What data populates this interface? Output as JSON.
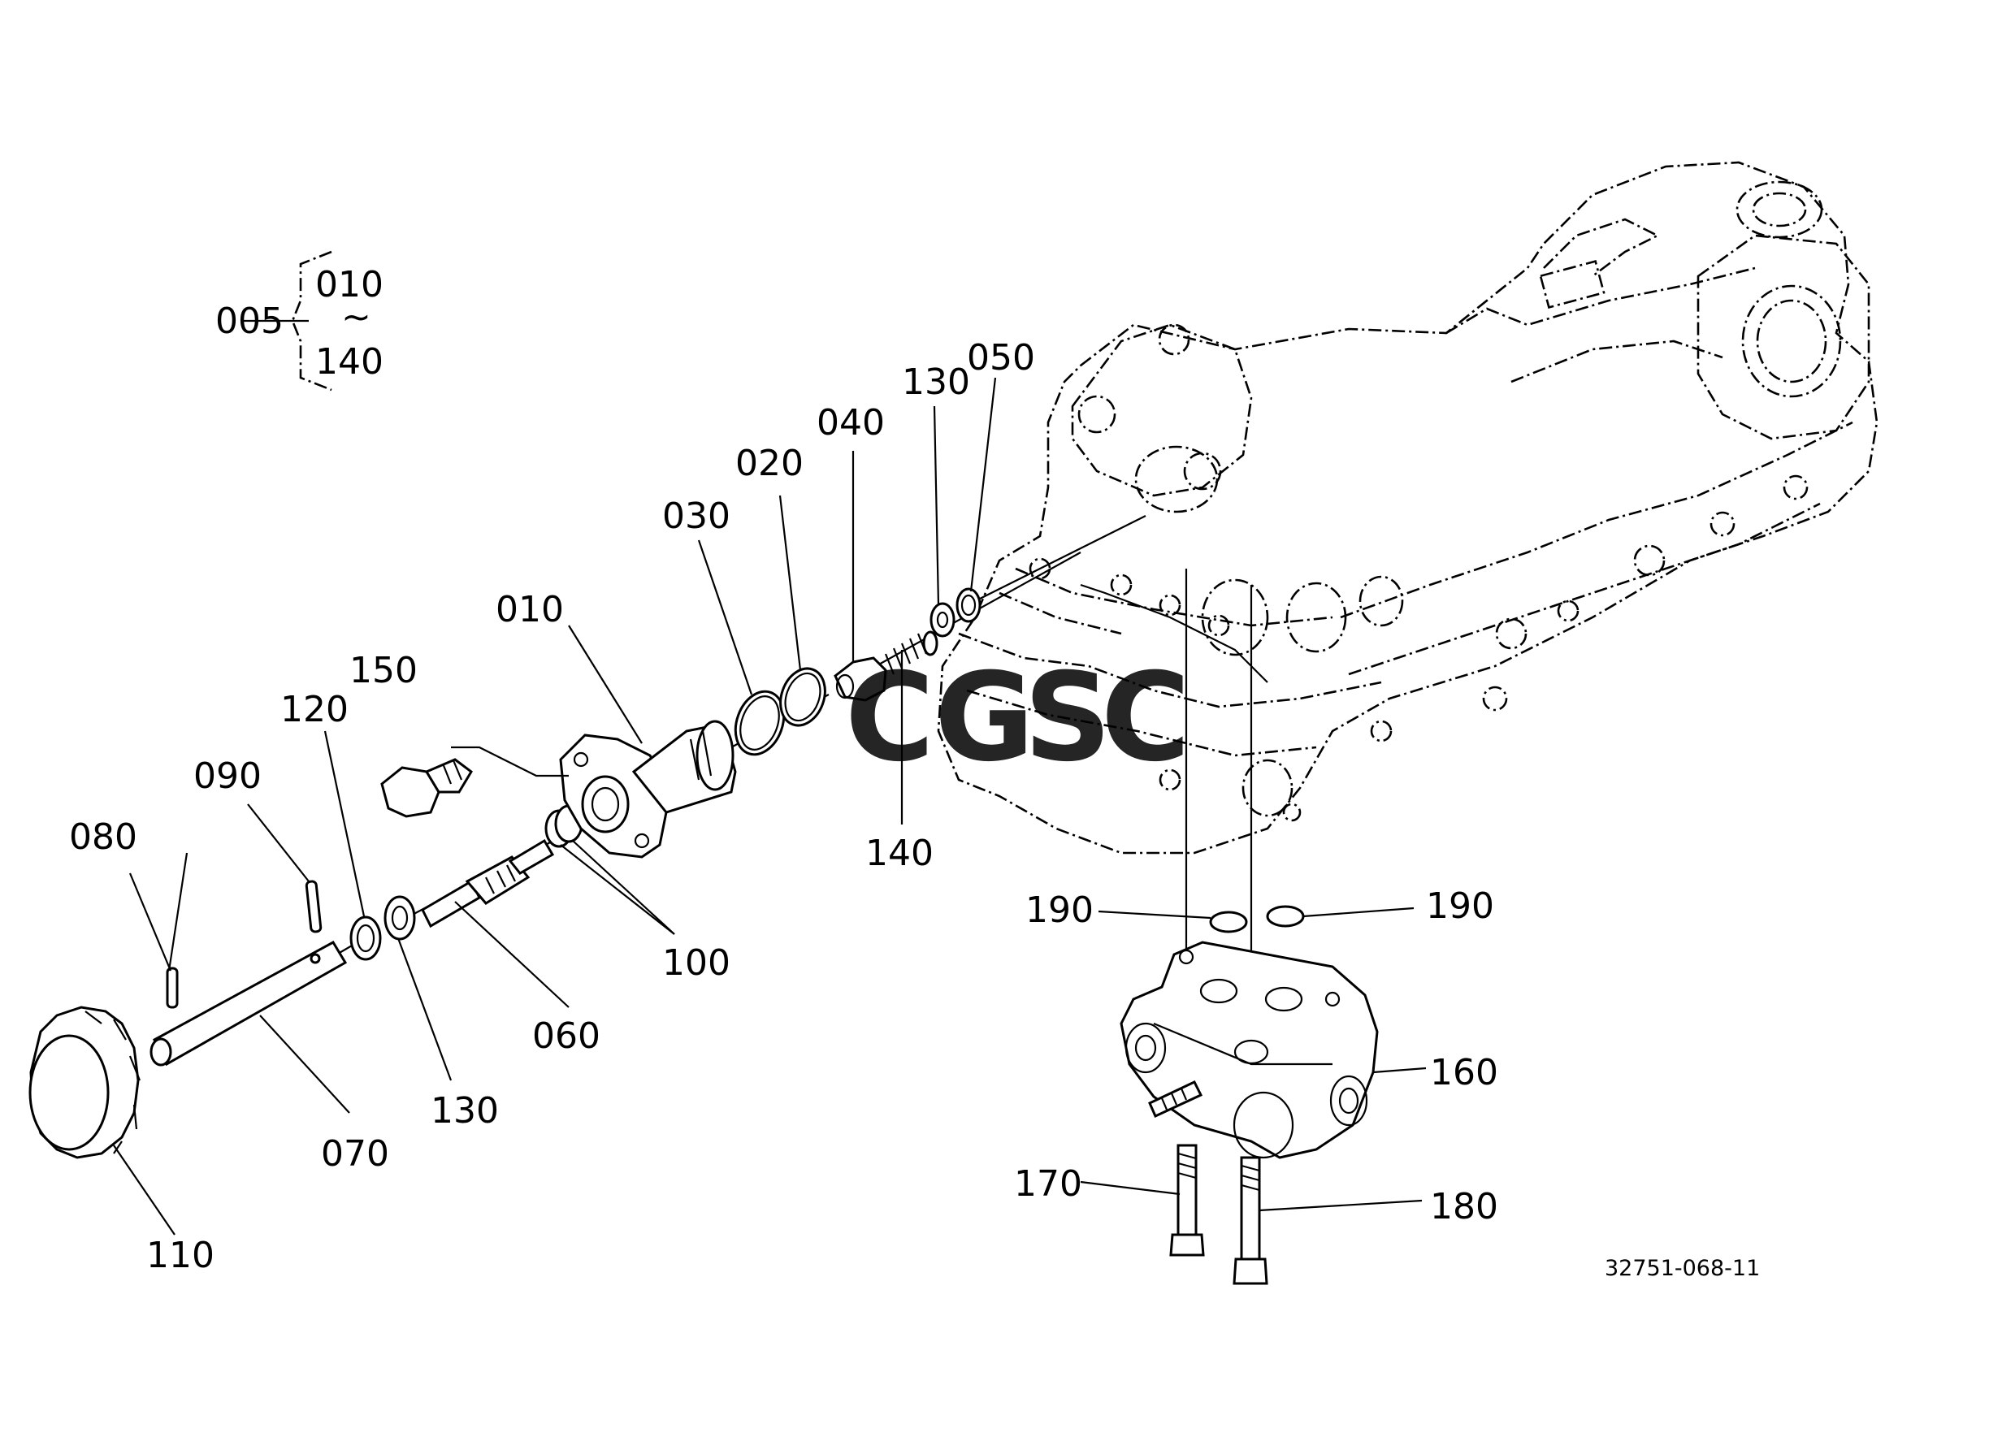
{
  "diagram": {
    "drawing_number": "32751-068-11",
    "assembly": {
      "number": "005",
      "range_start": "010",
      "range_separator": "~",
      "range_end": "140"
    },
    "watermark": {
      "letters": [
        "C",
        "G",
        "S",
        "C"
      ],
      "colors": [
        "#7FA8F5",
        "#F08A8A",
        "#F7D36B",
        "#7CCAA0"
      ]
    },
    "part_labels": {
      "p010": "010",
      "p020": "020",
      "p030": "030",
      "p040": "040",
      "p050": "050",
      "p060": "060",
      "p070": "070",
      "p080": "080",
      "p090": "090",
      "p100": "100",
      "p110": "110",
      "p120": "120",
      "p130a": "130",
      "p130b": "130",
      "p140": "140",
      "p150": "150",
      "p160": "160",
      "p170": "170",
      "p180": "180",
      "p190a": "190",
      "p190b": "190"
    }
  }
}
